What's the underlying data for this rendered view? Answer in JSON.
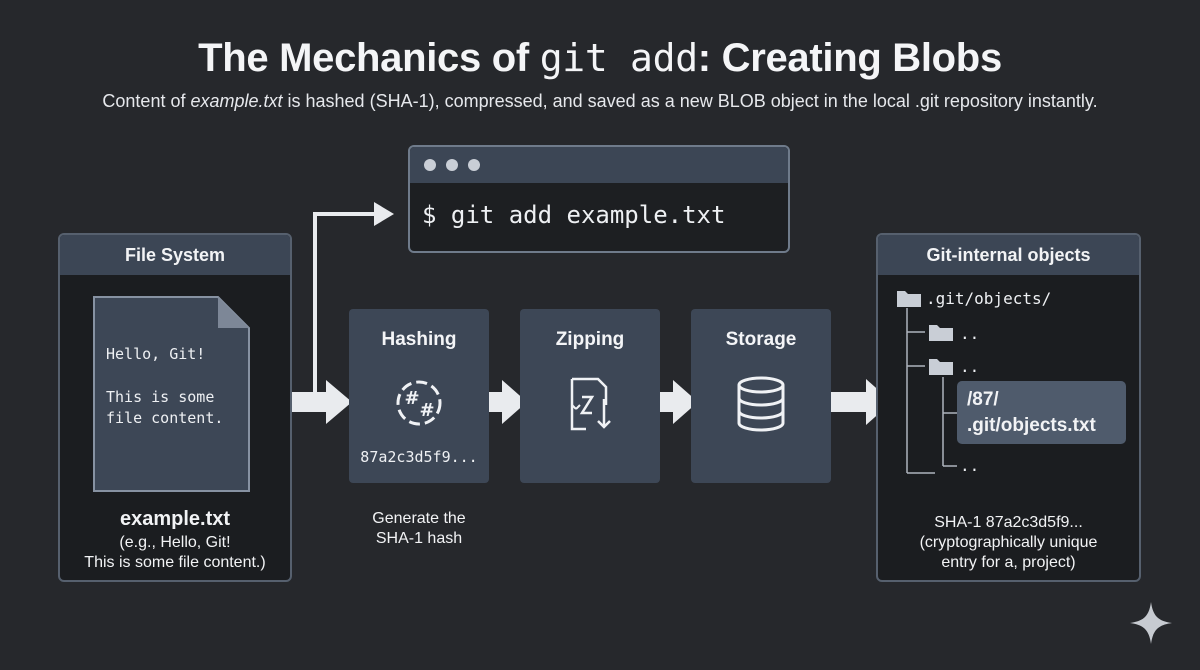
{
  "title": {
    "prefix": "The Mechanics of ",
    "command": "git add",
    "suffix": ": Creating Blobs"
  },
  "subtitle": {
    "prefix": "Content of ",
    "filename": "example.txt",
    "suffix": " is hashed (SHA-1), compressed, and saved as a new BLOB object in the local .git repository instantly."
  },
  "terminal": {
    "command": "$ git add example.txt"
  },
  "file_system": {
    "header": "File System",
    "doc_line1": "Hello, Git!",
    "doc_line2": "This is some",
    "doc_line3": "file content.",
    "filename": "example.txt",
    "caption_line1": "(e.g., Hello, Git!",
    "caption_line2": "This is some file content.)"
  },
  "steps": {
    "hashing": {
      "label": "Hashing",
      "hash": "87a2c3d5f9...",
      "caption_line1": "Generate the",
      "caption_line2": "SHA-1 hash"
    },
    "zipping": {
      "label": "Zipping"
    },
    "storage": {
      "label": "Storage"
    }
  },
  "git_objects": {
    "header": "Git-internal objects",
    "root": ".git/objects/",
    "item1": "..",
    "item2": "..",
    "highlight_line1": "/87/",
    "highlight_line2": ".git/objects.txt",
    "item3": "..",
    "caption_line1": "SHA-1 87a2c3d5f9...",
    "caption_line2": "(cryptographically unique",
    "caption_line3": "entry for a, project)"
  },
  "icons": [
    "file-icon",
    "gear-hash-icon",
    "zip-file-icon",
    "database-icon",
    "folder-icon",
    "sparkle-icon"
  ],
  "colors": {
    "background": "#26282c",
    "box": "#3d4756",
    "panel": "#1b1d20",
    "arrow": "#e9ebee"
  }
}
